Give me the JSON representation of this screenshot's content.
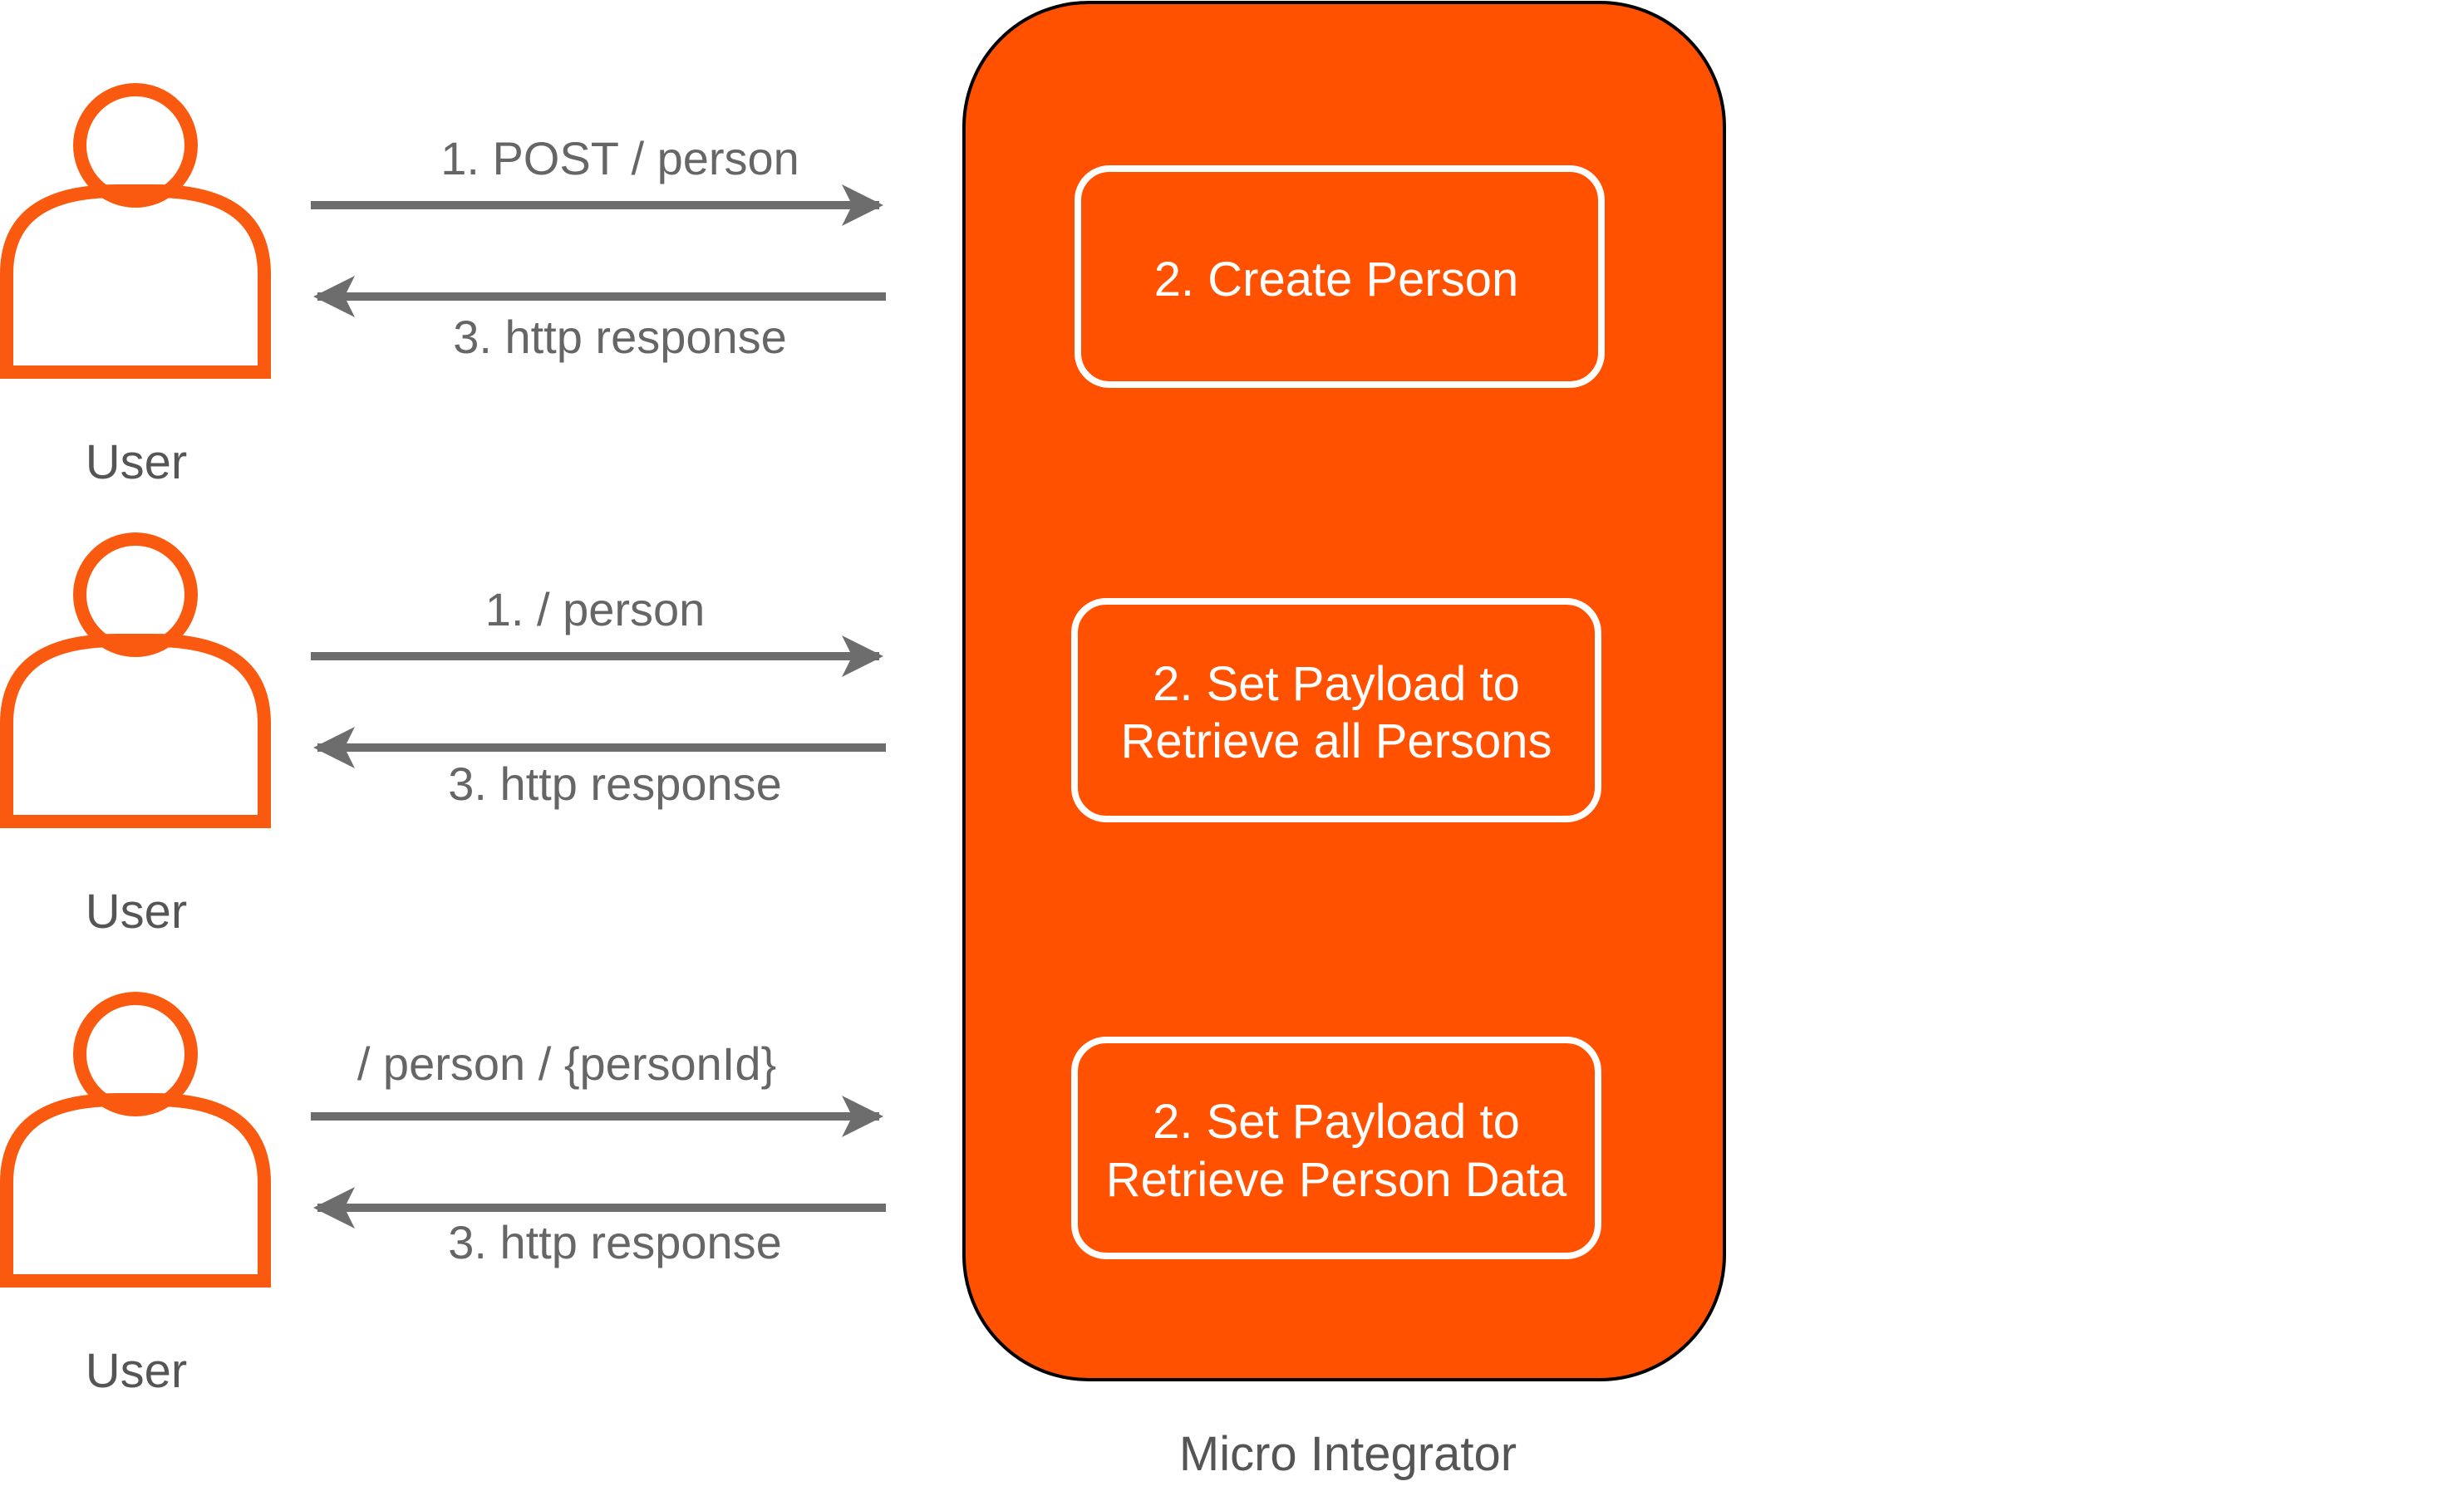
{
  "container": {
    "label": "Micro Integrator",
    "fill": "#ff5100",
    "stroke": "#000000"
  },
  "colors": {
    "user_icon": "#fa5a0f",
    "arrow": "#6d6d6d",
    "step_box_border": "#ffffff"
  },
  "actors": [
    {
      "label": "User",
      "icon": "person-icon"
    },
    {
      "label": "User",
      "icon": "person-icon"
    },
    {
      "label": "User",
      "icon": "person-icon"
    }
  ],
  "flows": [
    {
      "request": "1. POST / person",
      "response": "3. http  response",
      "step_lines": [
        "2. Create Person"
      ]
    },
    {
      "request": "1. / person",
      "response": "3. http  response",
      "step_lines": [
        "2. Set Payload to",
        "Retrieve all Persons"
      ]
    },
    {
      "request": "/ person / {personId}",
      "response": "3. http  response",
      "step_lines": [
        "2. Set Payload to",
        "Retrieve Person Data"
      ]
    }
  ]
}
